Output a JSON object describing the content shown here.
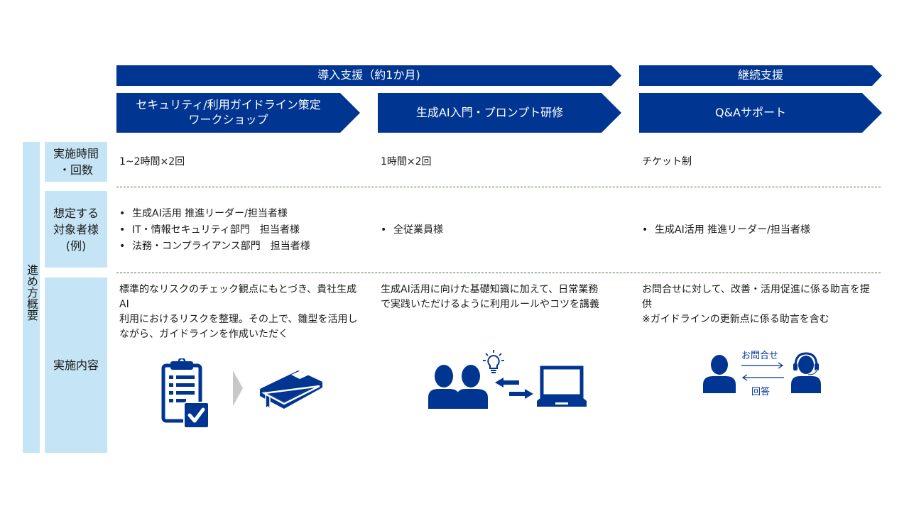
{
  "header": {
    "phases": [
      {
        "label": "導入支援（約1か月)"
      },
      {
        "label": "継続支援"
      }
    ],
    "steps": [
      {
        "line1": "セキュリティ/利用ガイドライン策定",
        "line2": "ワークショップ"
      },
      {
        "line1": "生成AI入門・プロンプト研修",
        "line2": ""
      },
      {
        "line1": "Q&Aサポート",
        "line2": ""
      }
    ]
  },
  "side_label": "進め方概要",
  "row_labels": [
    {
      "line1": "実施時間",
      "line2": "・回数",
      "line3": ""
    },
    {
      "line1": "想定する",
      "line2": "対象者様",
      "line3": "(例)"
    },
    {
      "line1": "実施内容",
      "line2": "",
      "line3": ""
    }
  ],
  "rows": {
    "duration": [
      "1~2時間×2回",
      "1時間×2回",
      "チケット制"
    ],
    "audience": [
      [
        "生成AI活用 推進リーダー/担当者様",
        "IT・情報セキュリティ部門　担当者様",
        "法務・コンプライアンス部門　担当者様"
      ],
      [
        "全従業員様"
      ],
      [
        "生成AI活用 推進リーダー/担当者様"
      ]
    ],
    "content": [
      {
        "lines": [
          "標準的なリスクのチェック観点にもとづき、貴社生成AI",
          "利用におけるリスクを整理。その上で、雛型を活用し",
          "ながら、ガイドラインを作成いただく"
        ]
      },
      {
        "lines": [
          "生成AI活用に向けた基礎知識に加えて、日常業務",
          "で実践いただけるように利用ルールやコツを講義"
        ]
      },
      {
        "lines": [
          "お問合せに対して、改善・活用促進に係る助言を提",
          "供",
          "※ガイドラインの更新点に係る助言を含む"
        ]
      }
    ]
  },
  "illustrations": {
    "col1": [
      "clipboard-checklist-icon",
      "chevron-right-icon",
      "book-icon"
    ],
    "col2": [
      "people-icon",
      "lightbulb-icon",
      "exchange-arrows-icon",
      "laptop-icon"
    ],
    "col3": {
      "icons": [
        "user-icon",
        "arrow-right-icon",
        "arrow-left-icon",
        "headset-operator-icon"
      ],
      "inquiry_label": "お問合せ",
      "answer_label": "回答"
    }
  },
  "colors": {
    "primary": "#003591",
    "label_bg": "#c5e4f5",
    "dash": "#2e7d32",
    "chevron_gray": "#c8c8c8"
  }
}
